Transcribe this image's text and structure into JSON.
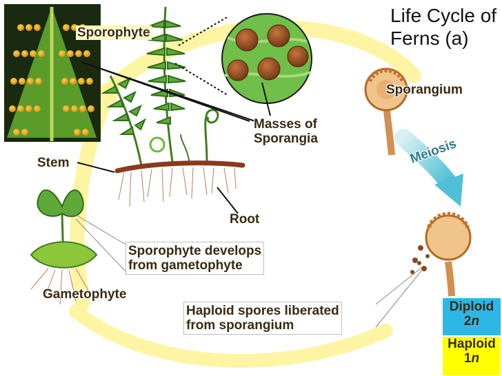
{
  "title_line1": "Life Cycle of",
  "title_line2": "Ferns (a)",
  "labels": {
    "sporophyte": "Sporophyte",
    "sporangium": "Sporangium",
    "masses_line1": "Masses of",
    "masses_line2": "Sporangia",
    "stem": "Stem",
    "meiosis": "Meiosis",
    "root": "Root",
    "develops_line1": "Sporophyte develops",
    "develops_line2": "from gametophyte",
    "gametophyte": "Gametophyte",
    "spores_line1": "Haploid spores liberated",
    "spores_line2": "from sporangium"
  },
  "legend": {
    "diploid": "Diploid",
    "diploid_num": "2",
    "haploid": "Haploid",
    "haploid_num": "1",
    "ploidy_symbol": "n"
  },
  "colors": {
    "diploid_bg": "#2db7e6",
    "haploid_bg": "#ffff00",
    "cycle_arrow": "#fdf27a",
    "meiosis_arrow": "#5fc6d8",
    "meiosis_text": "#2b7a8c"
  }
}
